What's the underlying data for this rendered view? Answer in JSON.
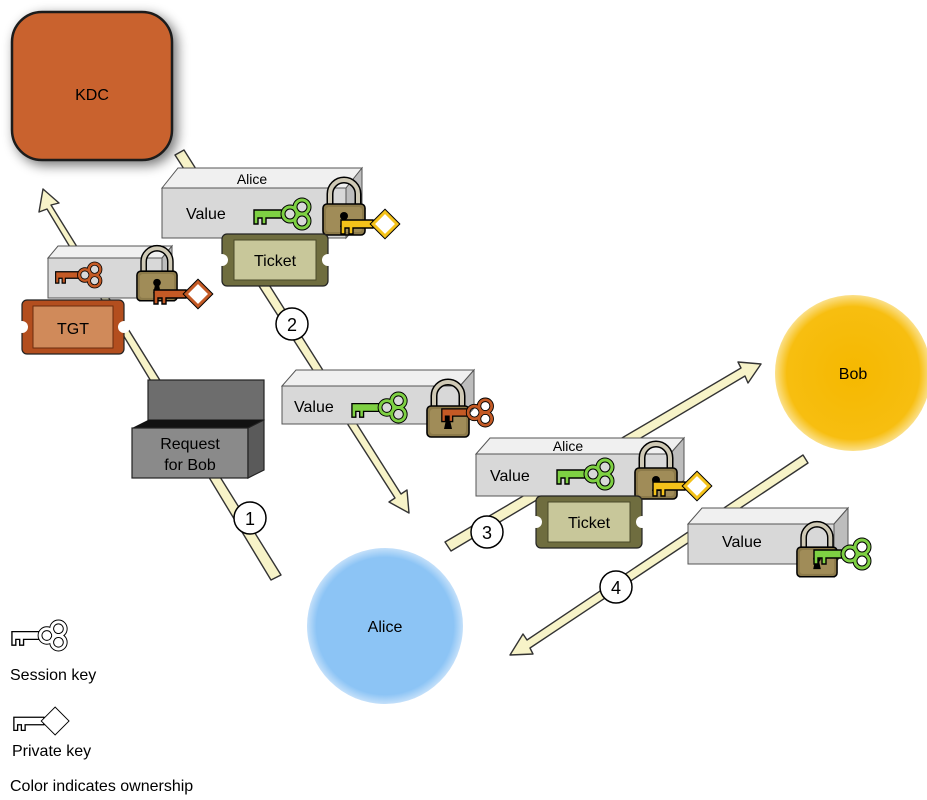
{
  "nodes": {
    "kdc": "KDC",
    "alice": "Alice",
    "bob": "Bob"
  },
  "steps": [
    "1",
    "2",
    "3",
    "4"
  ],
  "boxes": {
    "request": {
      "line1": "Request",
      "line2": "for Bob"
    },
    "tgt_box": {
      "ticket": "TGT"
    },
    "alice_box_top": {
      "header": "Alice",
      "value": "Value",
      "ticket": "Ticket"
    },
    "value_box_mid": {
      "value": "Value"
    },
    "alice_box_right": {
      "header": "Alice",
      "value": "Value",
      "ticket": "Ticket"
    },
    "value_box_bob": {
      "value": "Value"
    }
  },
  "legend": {
    "session_key": "Session key",
    "private_key": "Private key",
    "ownership": "Color indicates ownership"
  },
  "colors": {
    "kdc": "#c9622e",
    "alice": "#8cc4f5",
    "bob": "#f5b800",
    "arrow": "#f7f3c8",
    "kdc_key": "#c45a25",
    "alice_key": "#7ed043",
    "bob_key": "#f4c21a",
    "ticket": "#c8c79a",
    "tgt": "#cf7a47"
  },
  "icons": [
    "session-key-icon",
    "private-key-icon",
    "padlock-icon",
    "ticket-icon"
  ]
}
